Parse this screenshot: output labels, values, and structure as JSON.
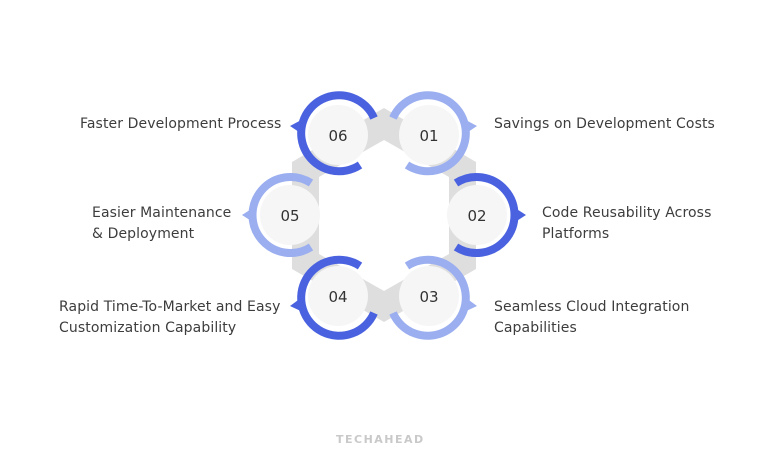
{
  "diagram": {
    "colors": {
      "dark_blue": "#4a62e0",
      "light_blue": "#9aaef0",
      "hexagon_gray": "#dedede",
      "inner_disc": "#f6f6f6",
      "text": "#3d3d3d"
    },
    "steps": [
      {
        "number": "01",
        "label_lines": [
          "Savings on Development Costs"
        ],
        "ring": "light"
      },
      {
        "number": "02",
        "label_lines": [
          "Code Reusability Across",
          "Platforms"
        ],
        "ring": "dark"
      },
      {
        "number": "03",
        "label_lines": [
          "Seamless Cloud Integration",
          "Capabilities"
        ],
        "ring": "light"
      },
      {
        "number": "04",
        "label_lines": [
          "Rapid Time-To-Market and Easy",
          "Customization Capability"
        ],
        "ring": "dark"
      },
      {
        "number": "05",
        "label_lines": [
          "Easier Maintenance",
          "& Deployment"
        ],
        "ring": "light"
      },
      {
        "number": "06",
        "label_lines": [
          "Faster Development Process"
        ],
        "ring": "dark"
      }
    ]
  },
  "brand": {
    "name": "TECHAHEAD"
  }
}
